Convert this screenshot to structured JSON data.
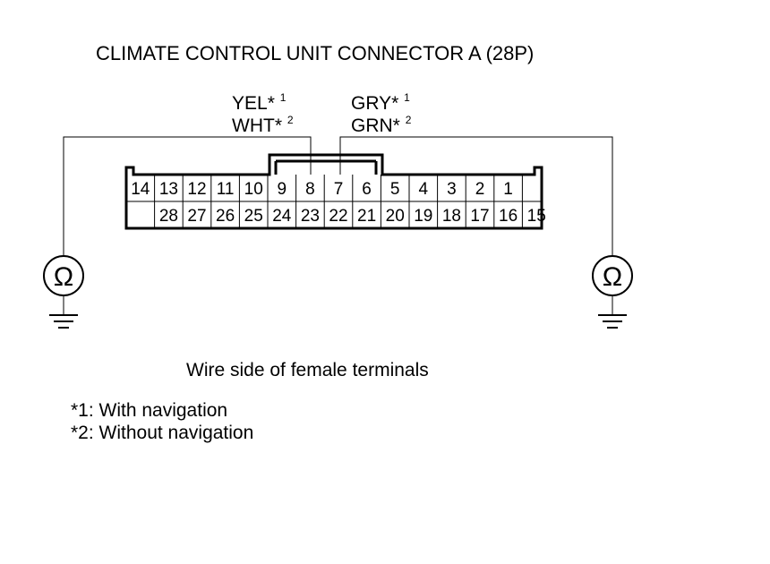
{
  "title": "CLIMATE CONTROL UNIT CONNECTOR A (28P)",
  "wire_labels": {
    "left": [
      {
        "text": "YEL*",
        "sup": "1"
      },
      {
        "text": "WHT*",
        "sup": "2"
      }
    ],
    "right": [
      {
        "text": "GRY*",
        "sup": "1"
      },
      {
        "text": "GRN*",
        "sup": "2"
      }
    ]
  },
  "connector": {
    "top_row": [
      "14",
      "13",
      "12",
      "11",
      "10",
      "9",
      "8",
      "7",
      "6",
      "5",
      "4",
      "3",
      "2",
      "1",
      ""
    ],
    "bottom_row": [
      "",
      "28",
      "27",
      "26",
      "25",
      "24",
      "23",
      "22",
      "21",
      "20",
      "19",
      "18",
      "17",
      "16",
      "15"
    ]
  },
  "meters": [
    {
      "symbol": "Ω",
      "icon": "ohmmeter-icon"
    },
    {
      "symbol": "Ω",
      "icon": "ohmmeter-icon"
    }
  ],
  "ground_icon": "ground-icon",
  "caption": "Wire side of female terminals",
  "footnotes": [
    "*1: With navigation",
    "*2: Without navigation"
  ]
}
